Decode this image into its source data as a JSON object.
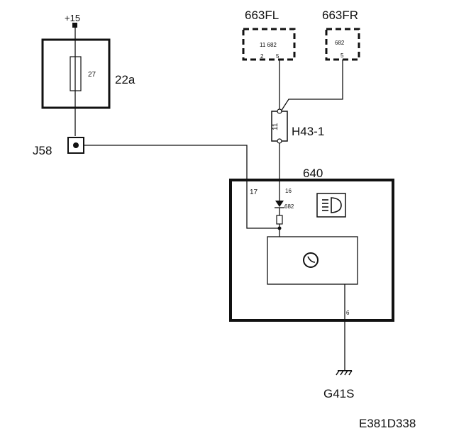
{
  "power": {
    "label": "+15"
  },
  "fuse": {
    "number": "27",
    "box_label": "22a"
  },
  "junction": {
    "label": "J58"
  },
  "connector": {
    "label": "H43-1",
    "pin": "11"
  },
  "components": {
    "fl": {
      "label": "663FL",
      "pin_top": "11 682",
      "pin_bottom_left": "2",
      "pin_bottom_right": "5"
    },
    "fr": {
      "label": "663FR",
      "pin_top": "682",
      "pin_bottom": "5"
    }
  },
  "module": {
    "label": "640",
    "pin_left": "17",
    "pin_mid": "16",
    "wire_code": "682",
    "pin_ground": "6"
  },
  "ground": {
    "label": "G41S"
  },
  "figure": {
    "id": "E381D338"
  }
}
